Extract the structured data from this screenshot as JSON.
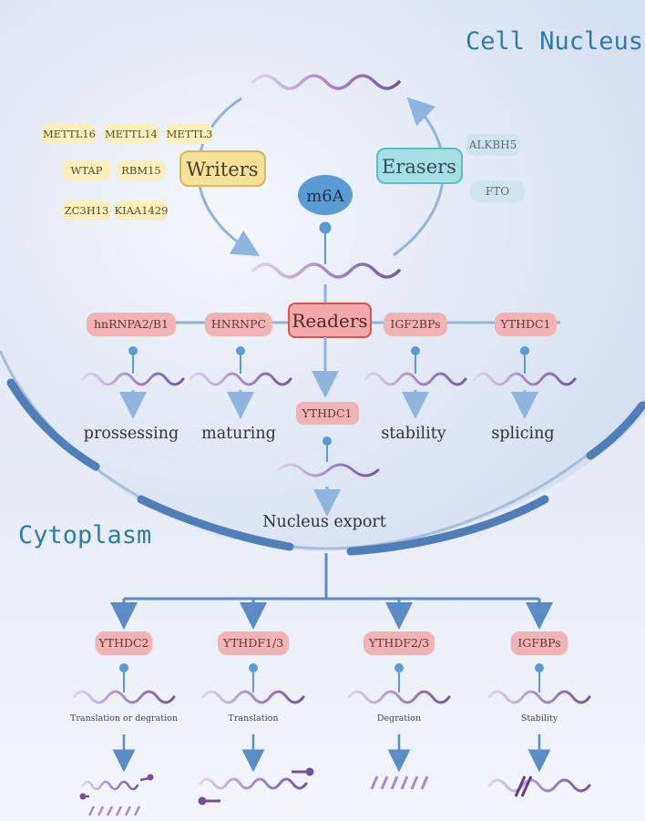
{
  "nucleus": {
    "title": "Cell Nucleus",
    "writers_label": "Writers",
    "erasers_label": "Erasers",
    "readers_label": "Readers",
    "m6a_label": "m6A",
    "writer_chips": [
      "METTL16",
      "METTL14",
      "METTL3",
      "WTAP",
      "RBM15",
      "ZC3H13",
      "KIAA1429"
    ],
    "eraser_chips": [
      "ALKBH5",
      "FTO"
    ],
    "reader_chips": [
      "hnRNPA2/B1",
      "HNRNPC",
      "IGF2BPs",
      "YTHDC1"
    ],
    "outcomes": [
      "prossessing",
      "maturing",
      "stability",
      "splicing"
    ],
    "export_reader": "YTHDC1",
    "export_label": "Nucleus export"
  },
  "cytoplasm": {
    "title": "Cytoplasm",
    "readers": [
      {
        "name": "YTHDC2",
        "outcome": "Translation or degration"
      },
      {
        "name": "YTHDF1/3",
        "outcome": "Translation"
      },
      {
        "name": "YTHDF2/3",
        "outcome": "Degration"
      },
      {
        "name": "IGFBPs",
        "outcome": "Stability"
      }
    ]
  },
  "colors": {
    "membrane": "#5a88bf",
    "arrow": "#8fb4dd",
    "connector": "#5b8cc6",
    "rna_light": "#c9b3dc",
    "rna_dark": "#8060aa",
    "marker": "#5b9bd5",
    "writers_fill": "#f7e09a",
    "erasers_fill": "#a6dfe6",
    "readers_fill": "#f3a9a9"
  }
}
